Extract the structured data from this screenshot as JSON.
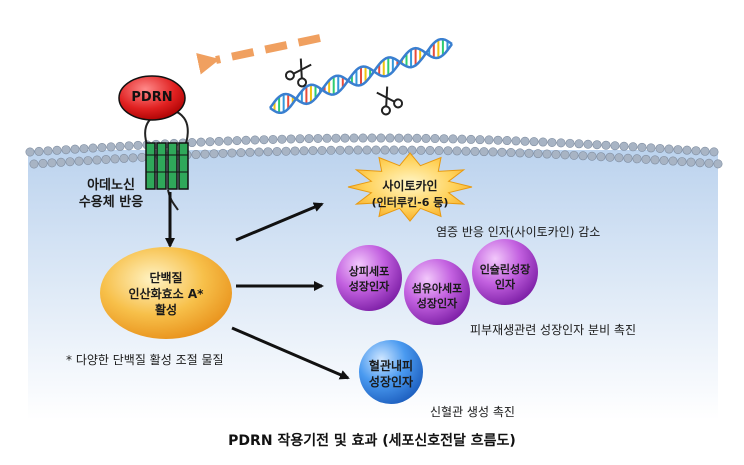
{
  "receptor": {
    "ligand_label": "PDRN",
    "label_line1": "아데노신",
    "label_line2": "수용체 반응"
  },
  "pka": {
    "line1": "단백질",
    "line2": "인산화효소 A*",
    "line3": "활성"
  },
  "footnote": "* 다양한 단백질 활성 조절 물질",
  "cytokine": {
    "line1": "사이토카인",
    "line2": "(인터루킨-6 등)",
    "effect": "염증 반응 인자(사이토카인) 감소"
  },
  "growth_factors": {
    "items": [
      {
        "line1": "상피세포",
        "line2": "성장인자"
      },
      {
        "line1": "섬유아세포",
        "line2": "성장인자"
      },
      {
        "line1": "인슐린성장",
        "line2": "인자"
      }
    ],
    "effect": "피부재생관련 성장인자 분비 촉진"
  },
  "vegf": {
    "line1": "혈관내피",
    "line2": "성장인자",
    "effect": "신혈관 생성 촉진"
  },
  "caption": {
    "title": "PDRN",
    "rest": "작용기전 및 효과 (세포신호전달 흐름도)"
  },
  "colors": {
    "membrane_bg": "#cfe0f3",
    "pka": "#f5a623",
    "growth_factor": "#a83cd0",
    "vegf": "#2e7fd8",
    "pdrn": "#e02020",
    "arrow_orange": "#f0a060"
  }
}
